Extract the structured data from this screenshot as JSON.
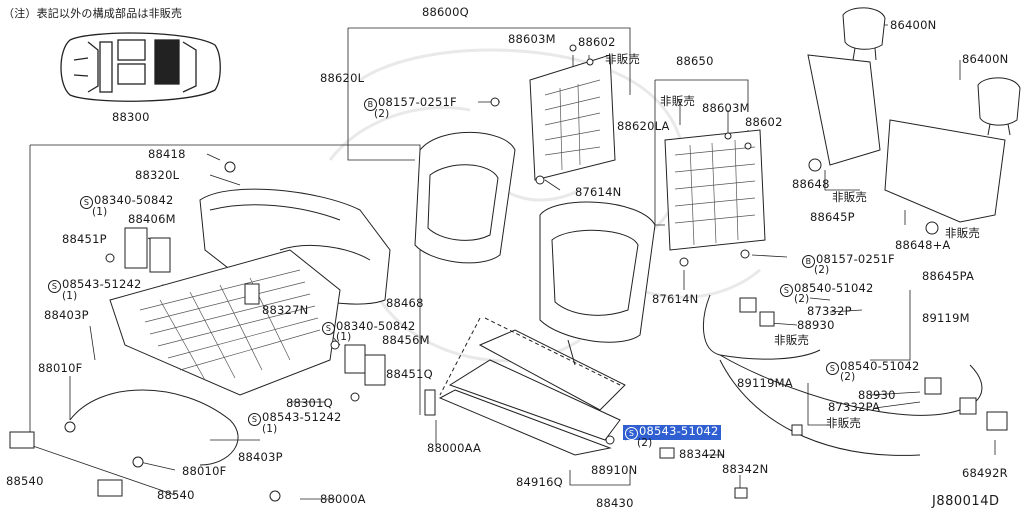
{
  "note": "（注）表記以外の構成部品は非販売",
  "diagram_id": "J880014D",
  "non_sale": "非販売",
  "prefix_s": "S",
  "prefix_b": "B",
  "highlight_color": "#2f5fd0",
  "parts": {
    "p88600Q": "88600Q",
    "p88603M_a": "88603M",
    "p88602_a": "88602",
    "p88620L": "88620L",
    "b08157_a": "08157-0251F",
    "q2_a": "(2)",
    "p87614N_a": "87614N",
    "p88650": "88650",
    "p88603M_b": "88603M",
    "p88620LA": "88620LA",
    "p88602_b": "88602",
    "p86400N_a": "86400N",
    "p86400N_b": "86400N",
    "p88648": "88648",
    "p88645P": "88645P",
    "p88648A": "88648+A",
    "p88645PA": "88645PA",
    "b08157_b": "08157-0251F",
    "q2_b": "(2)",
    "p87614N_b": "87614N",
    "s08540_a": "08540-51042",
    "q2_c": "(2)",
    "p87332P": "87332P",
    "p88930_a": "88930",
    "p89119M": "89119M",
    "p89119MA": "89119MA",
    "s08540_b": "08540-51042",
    "q2_d": "(2)",
    "p88930_b": "88930",
    "p87332PA": "87332PA",
    "p88300": "88300",
    "p88418": "88418",
    "p88320L": "88320L",
    "s08340_a": "08340-50842",
    "q1_a": "(1)",
    "p88406M": "88406M",
    "p88451P": "88451P",
    "s08543_a": "08543-51242",
    "q1_b": "(1)",
    "p88403P_a": "88403P",
    "p88327N": "88327N",
    "p88468": "88468",
    "s08340_b": "08340-50842",
    "q1_c": "(1)",
    "p88456M": "88456M",
    "p88451Q": "88451Q",
    "p88301Q": "88301Q",
    "s08543_b": "08543-51242",
    "q1_d": "(1)",
    "p88010F_a": "88010F",
    "p88403P_b": "88403P",
    "p88010F_b": "88010F",
    "p88540_a": "88540",
    "p88540_b": "88540",
    "p88000A": "88000A",
    "p88000AA": "88000AA",
    "p84916Q": "84916Q",
    "s08543_51042": "08543-51042",
    "q2_e": "(2)",
    "p88910N": "88910N",
    "p88430": "88430",
    "p88342N_a": "88342N",
    "p88342N_b": "88342N",
    "p68492R": "68492R"
  }
}
